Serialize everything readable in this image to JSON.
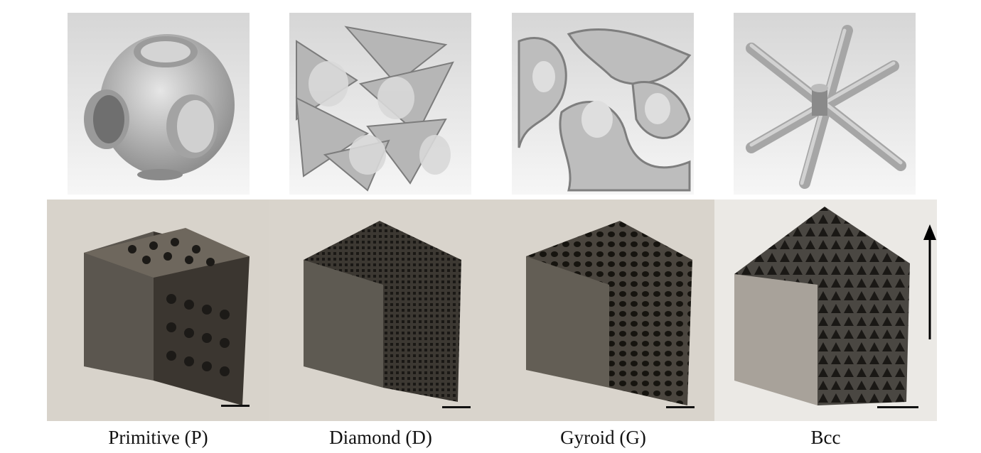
{
  "figure": {
    "panels": [
      {
        "key": "primitive",
        "label": "Primitive (P)"
      },
      {
        "key": "diamond",
        "label": "Diamond (D)"
      },
      {
        "key": "gyroid",
        "label": "Gyroid (G)"
      },
      {
        "key": "bcc",
        "label": "Bcc"
      }
    ],
    "colors": {
      "cad_background": "#e8e8e8",
      "cad_surface": "#bdbdbd",
      "photo_background": "#d9d4cc",
      "metal_dark": "#3a3630",
      "metal_light": "#8d8a85",
      "bcc_face": "#aaa49c"
    },
    "icons": {
      "build_direction": "up-arrow-icon",
      "scale": "scale-bar-icon"
    }
  }
}
